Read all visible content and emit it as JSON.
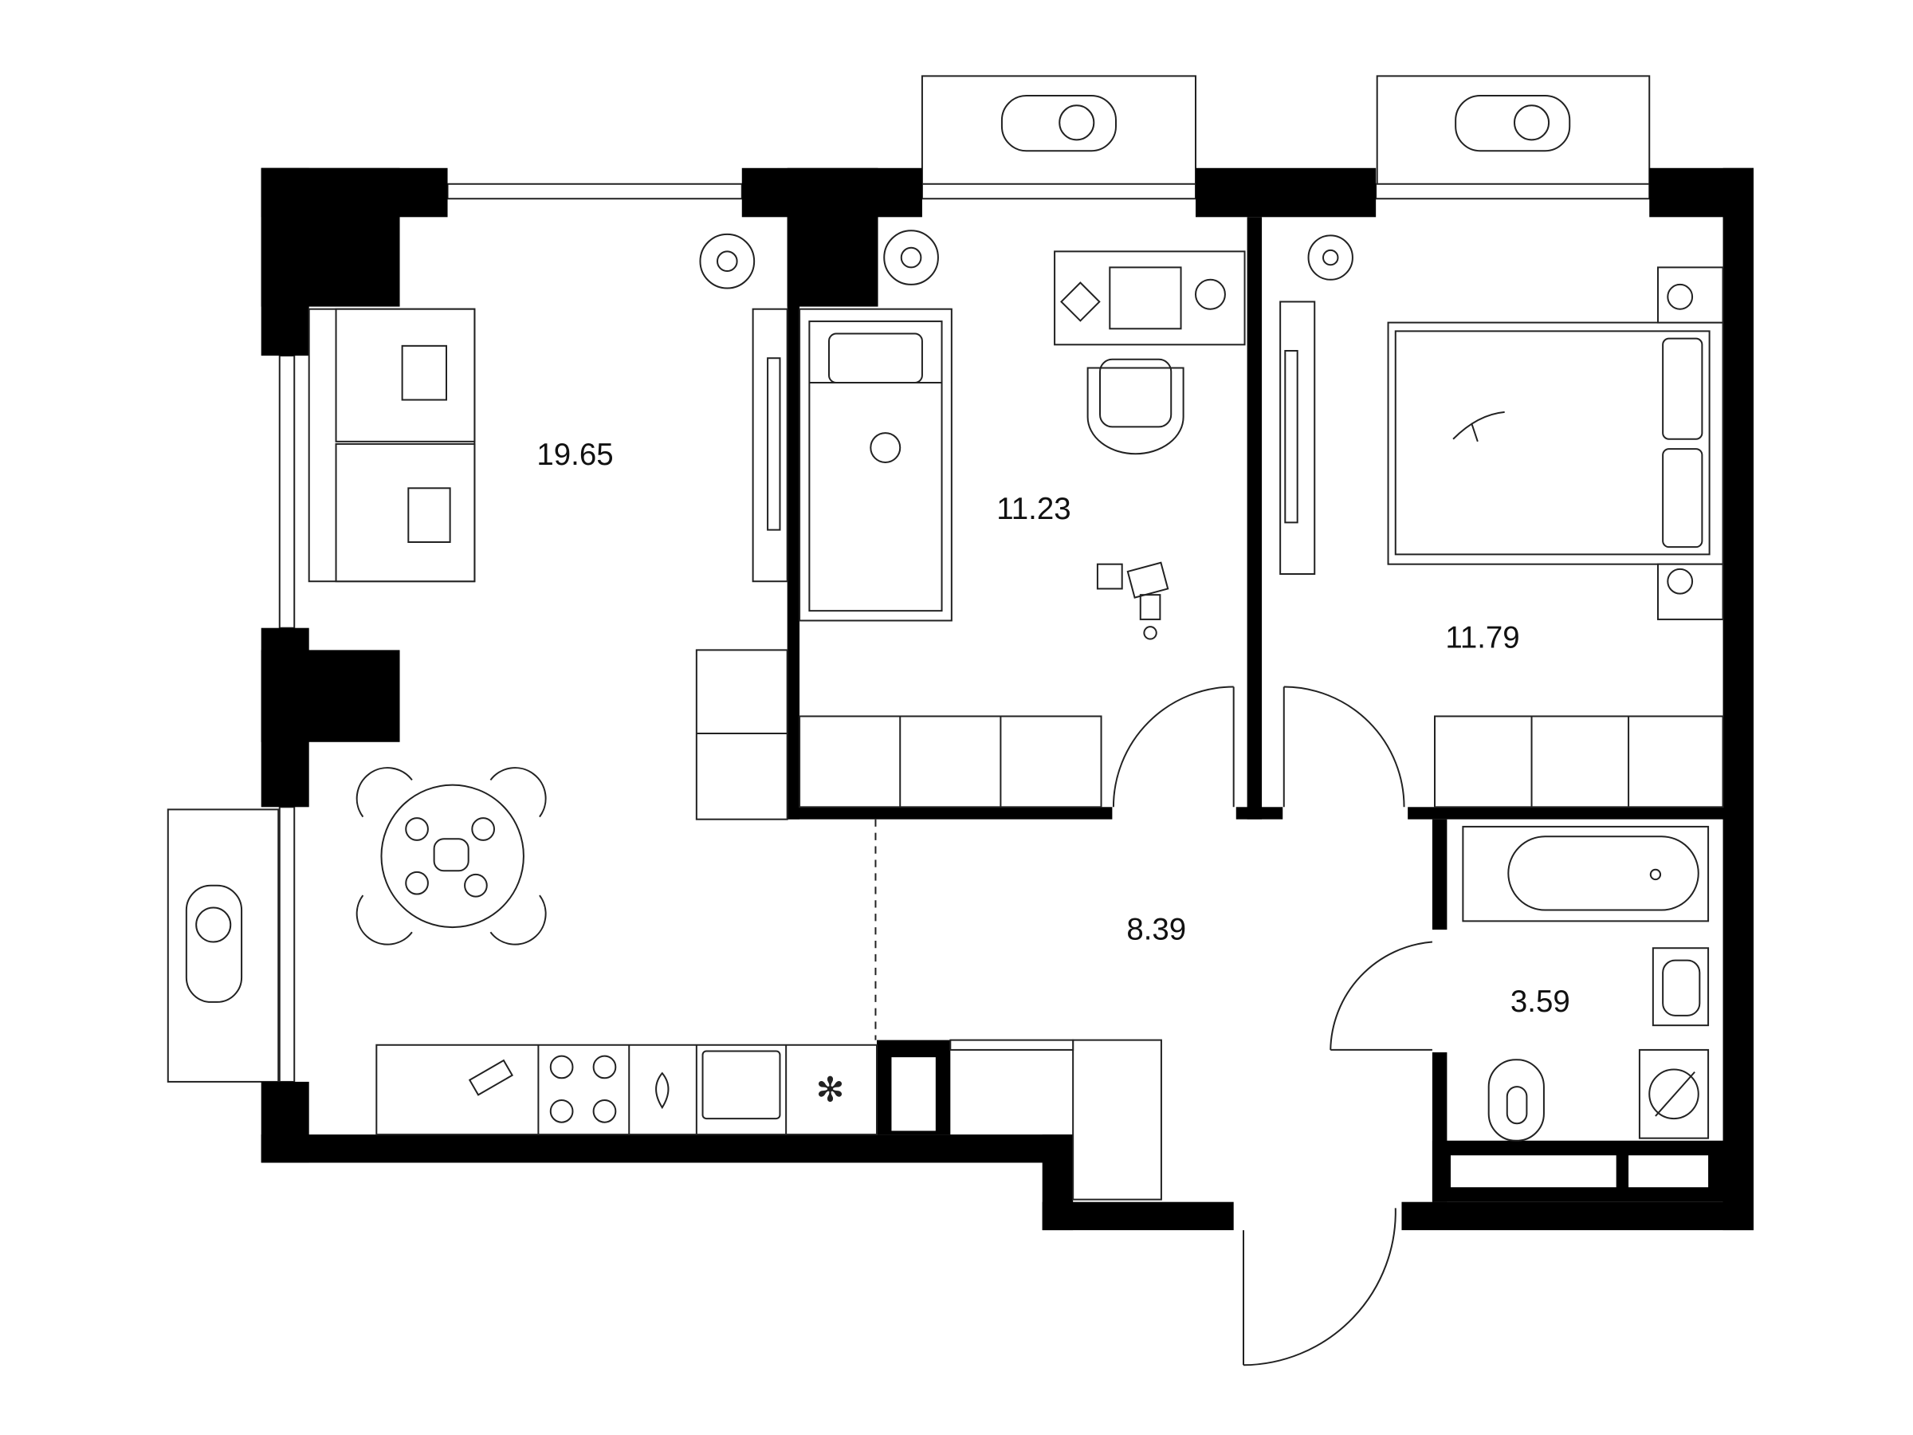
{
  "plan": {
    "rooms": [
      {
        "name": "living-kitchen",
        "area": "19.65"
      },
      {
        "name": "bedroom-1",
        "area": "11.23"
      },
      {
        "name": "bedroom-2",
        "area": "11.79"
      },
      {
        "name": "hallway",
        "area": "8.39"
      },
      {
        "name": "bathroom",
        "area": "3.59"
      }
    ],
    "colors": {
      "wall": "#000000",
      "line": "#222222",
      "background": "#ffffff"
    }
  }
}
